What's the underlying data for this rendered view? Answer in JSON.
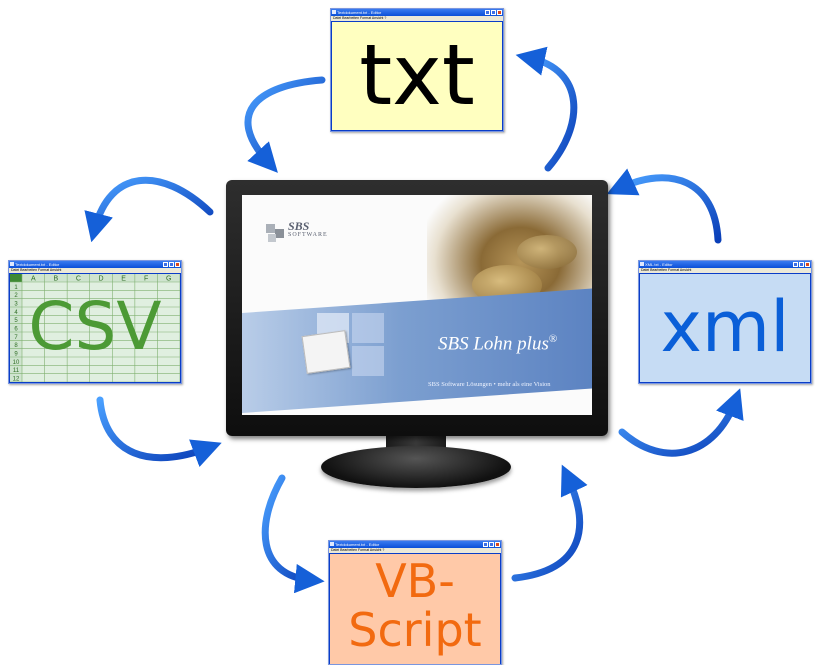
{
  "windows": {
    "txt": {
      "title": "Textdokument.txt - Editor",
      "menu": "Datei  Bearbeiten  Format  Ansicht  ?",
      "label": "txt",
      "bg": "#ffffc0",
      "color": "#000000"
    },
    "csv": {
      "title": "Textdokument.txt - Editor",
      "menu": "Datei  Bearbeiten  Format  Ansicht",
      "label": "CSV",
      "bg": "#e4f1e4",
      "color": "#4c9a35",
      "columns": [
        "A",
        "B",
        "C",
        "D",
        "E",
        "F",
        "G"
      ],
      "rows": [
        "1",
        "2",
        "3",
        "4",
        "5",
        "6",
        "7",
        "8",
        "9",
        "10",
        "11",
        "12"
      ]
    },
    "xml": {
      "title": "XML.txt - Editor",
      "menu": "Datei  Bearbeiten  Format  Ansicht",
      "label": "xml",
      "bg": "#c6dcf4",
      "color": "#0a5fd8"
    },
    "vb": {
      "title": "Textdokument.txt - Editor",
      "menu": "Datei  Bearbeiten  Format  Ansicht  ?",
      "label_line1": "VB-",
      "label_line2": "Script",
      "bg": "#ffc9a8",
      "color": "#f26a10"
    }
  },
  "monitor": {
    "logo": "SBS",
    "logo_sub": "SOFTWARE",
    "product": "SBS Lohn plus",
    "product_mark": "®",
    "tagline": "SBS Software Lösungen • mehr als eine Vision"
  },
  "colors": {
    "arrow": "#1a5fd6",
    "bezel": "#1a1a1a"
  }
}
